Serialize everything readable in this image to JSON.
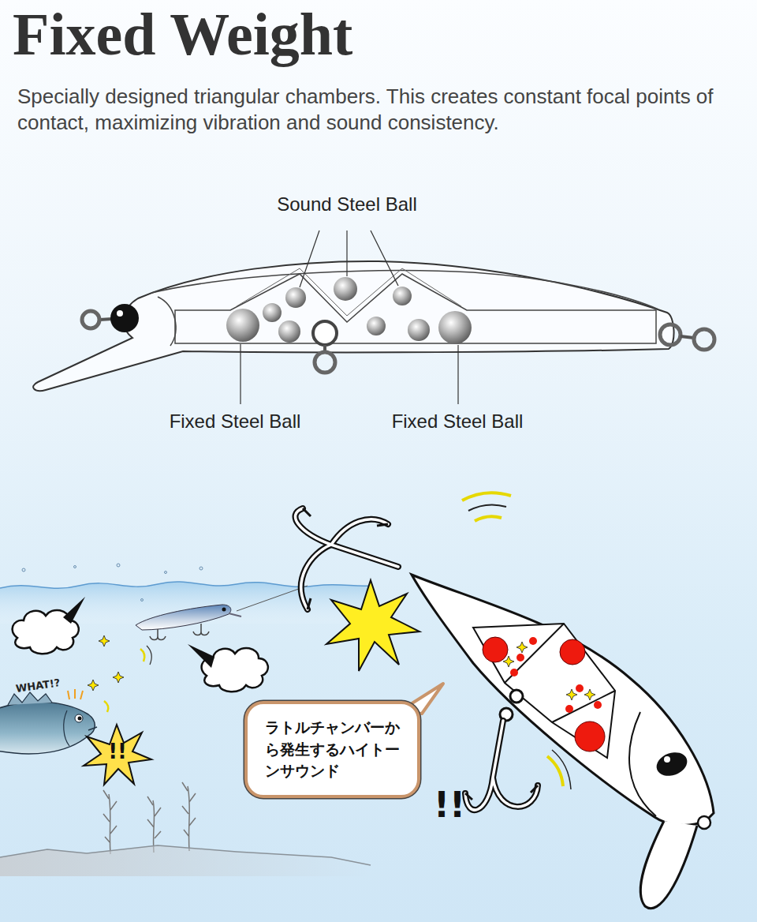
{
  "diagram": {
    "title": "Fixed Weight",
    "caption": "Specially designed triangular chambers. This creates constant focal points of contact, maximizing vibration and sound consistency.",
    "nodes": [
      {
        "text": [
          "ラトルチャンバーから発生するハイトーンサウンド"
        ]
      }
    ],
    "labels": [
      "Sound Steel Ball",
      "Fixed Steel Ball",
      "Fixed Steel Ball",
      "WHAT!?",
      "!!",
      "!!"
    ]
  }
}
